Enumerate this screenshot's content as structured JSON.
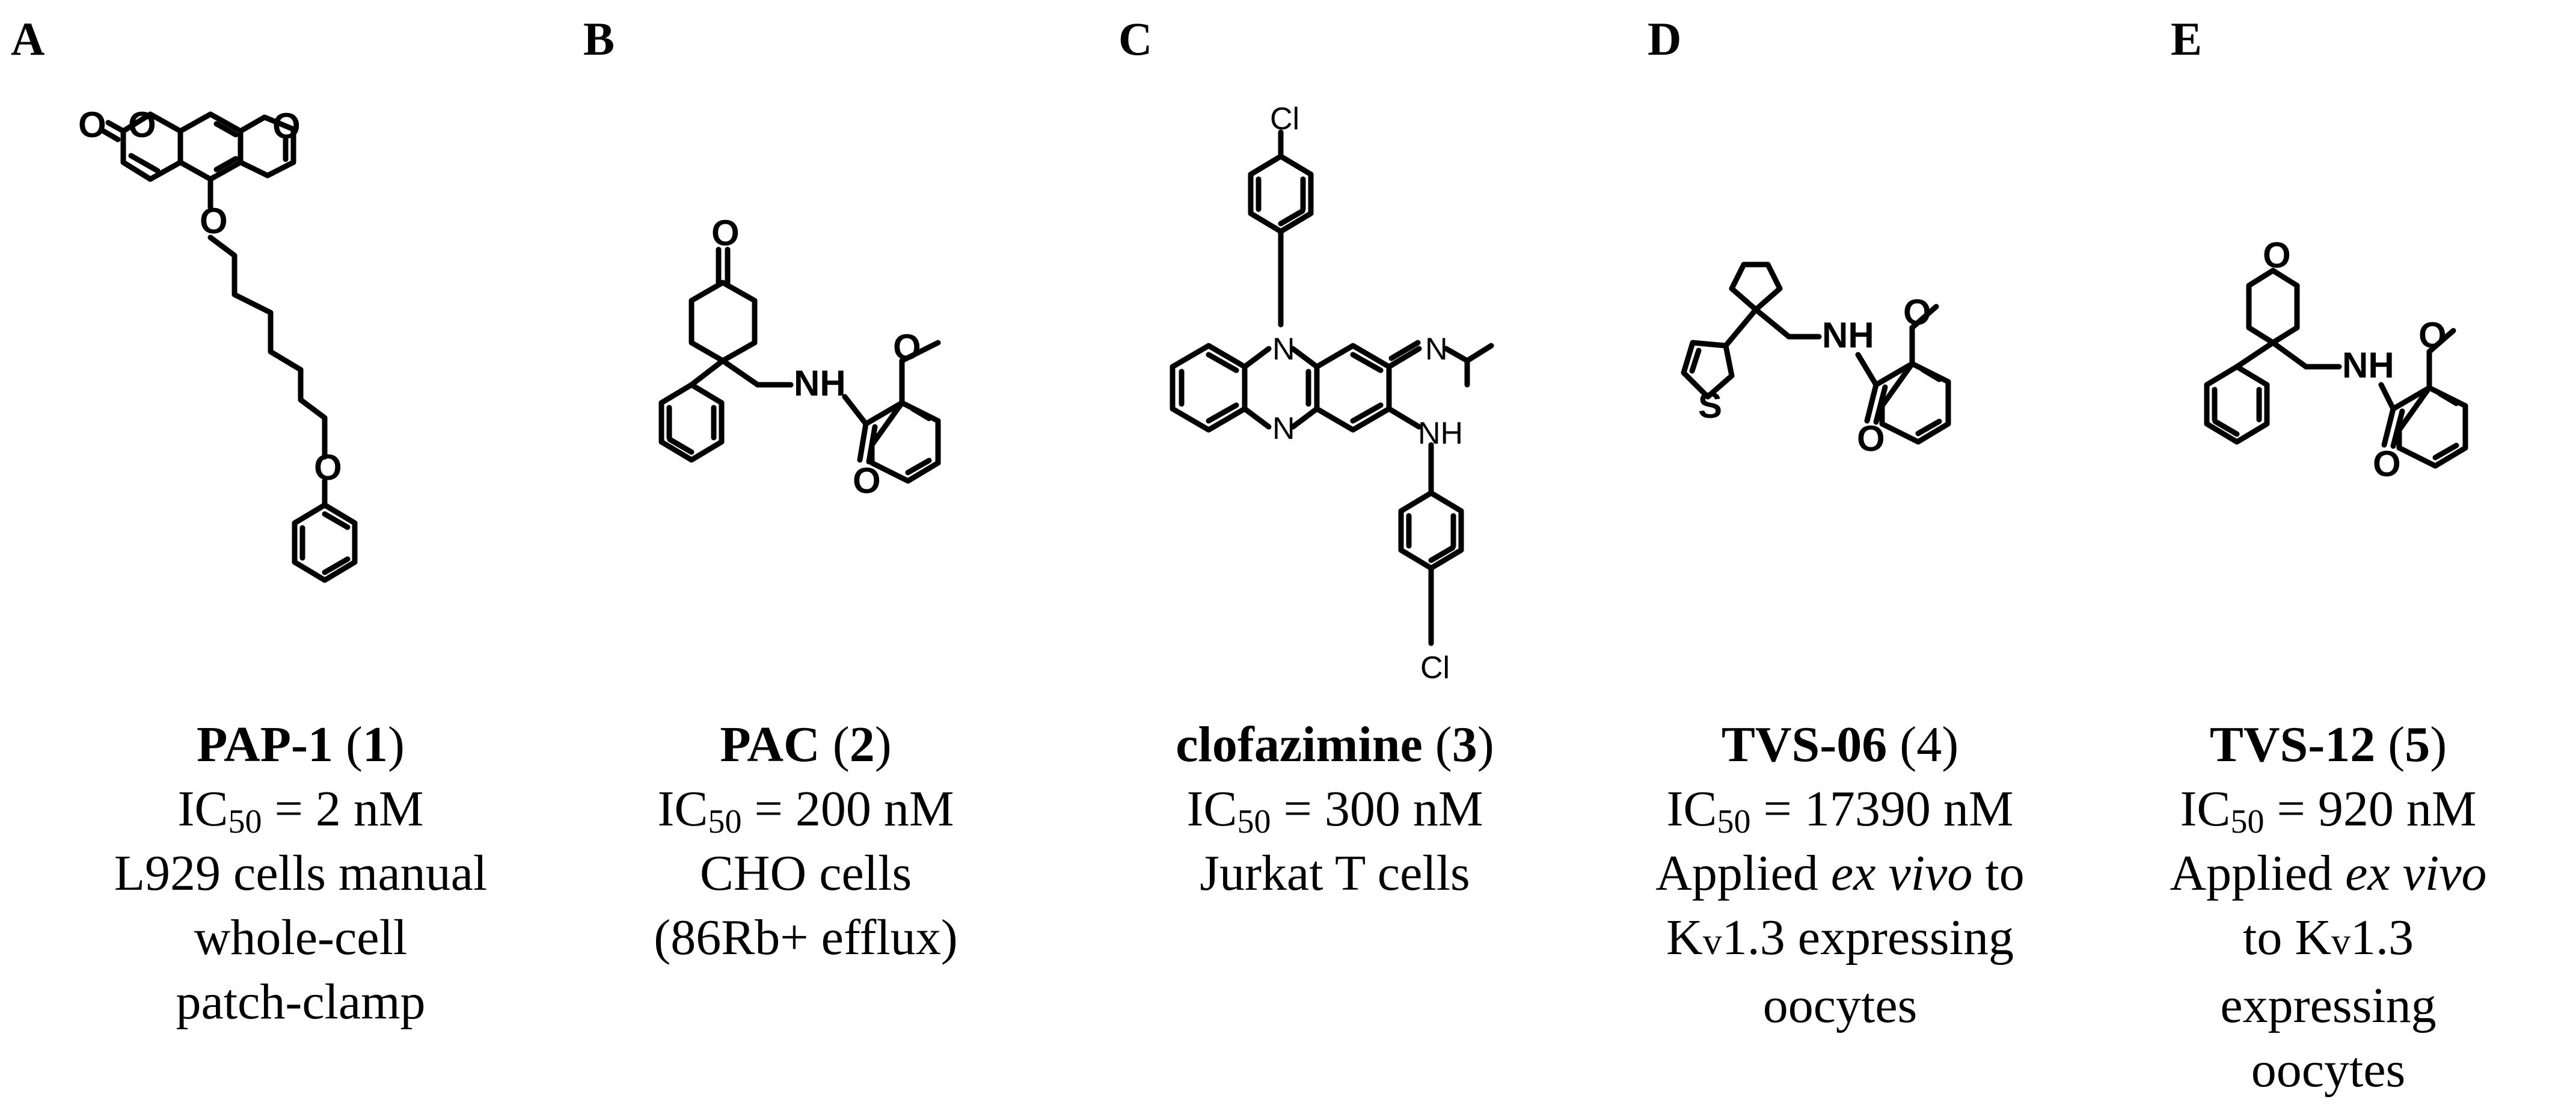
{
  "panels": [
    {
      "letter": "A",
      "compound": "PAP-1",
      "number": "1",
      "ic50_value": "2 nM",
      "assay_lines": [
        "L929 cells manual",
        "whole-cell",
        "patch-clamp"
      ],
      "atoms": [
        "O",
        "O",
        "O",
        "O",
        "O"
      ]
    },
    {
      "letter": "B",
      "compound": "PAC",
      "number": "2",
      "ic50_value": "200 nM",
      "assay_lines": [
        "CHO cells",
        "(86Rb+ efflux)"
      ],
      "atoms": [
        "O",
        "NH",
        "O",
        "O"
      ]
    },
    {
      "letter": "C",
      "compound": "clofazimine",
      "number": "3",
      "ic50_value": "300 nM",
      "assay_lines": [
        "Jurkat T cells"
      ],
      "atoms": [
        "Cl",
        "N",
        "N",
        "N",
        "NH",
        "Cl"
      ]
    },
    {
      "letter": "D",
      "compound": "TVS-06",
      "number": "4",
      "ic50_value": "17390 nM",
      "assay_line1_pre": "Applied ",
      "assay_line1_italic": "ex vivo",
      "assay_line1_post": " to",
      "assay_line2_pre": "K",
      "assay_line2_sub": "v",
      "assay_line2_post": "1.3 expressing",
      "assay_line3": "oocytes",
      "atoms": [
        "O",
        "NH",
        "O",
        "S"
      ]
    },
    {
      "letter": "E",
      "compound": "TVS-12",
      "number": "5",
      "ic50_value": "920 nM",
      "assay_line1_pre": "Applied ",
      "assay_line1_italic": "ex vivo",
      "assay_line2_pre": "to K",
      "assay_line2_sub": "v",
      "assay_line2_post": "1.3",
      "assay_line3": "expressing",
      "assay_line4": "oocytes",
      "atoms": [
        "O",
        "O",
        "NH",
        "O"
      ]
    }
  ],
  "ic50_label": "IC",
  "ic50_sub": "50",
  "ic50_eq": " = "
}
